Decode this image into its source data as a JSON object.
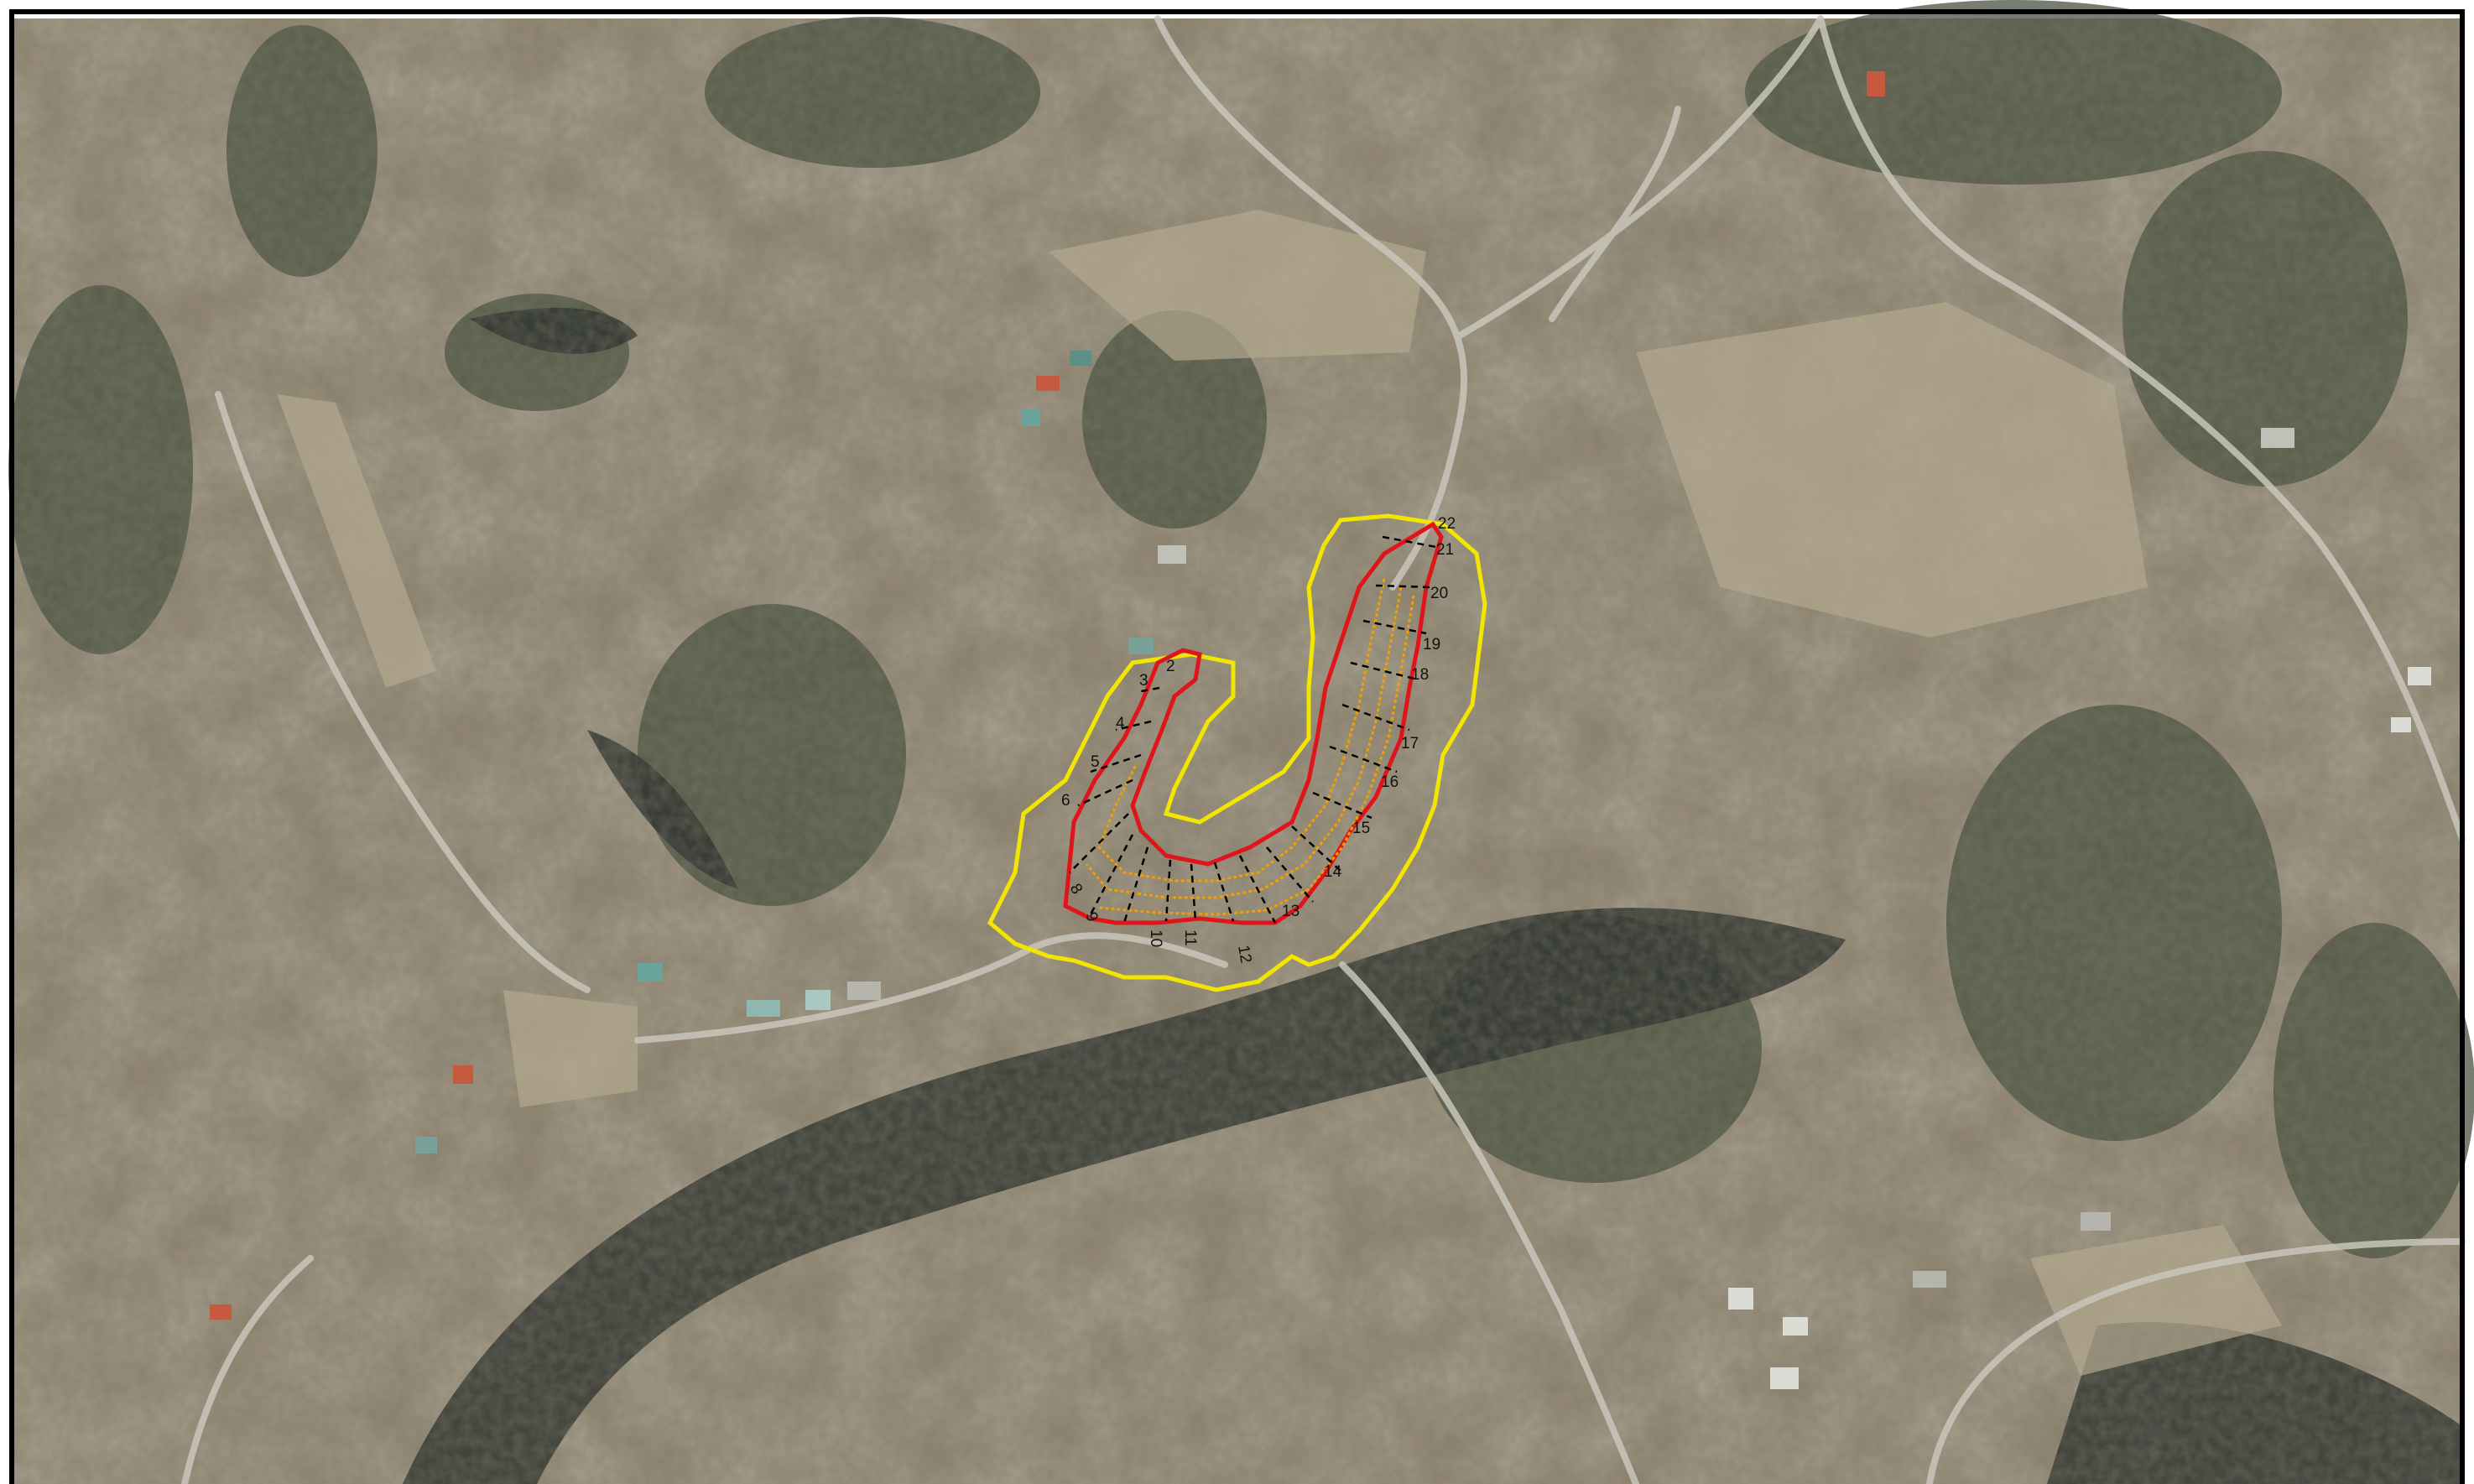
{
  "map": {
    "imagery": "aerial-photo",
    "colors": {
      "outer_boundary": "#f2e600",
      "inner_boundary": "#e0141b",
      "contour_lines": "#f0a000",
      "section_lines": "#000000",
      "frame": "#000000"
    },
    "legend": null,
    "sections": [
      {
        "label": "2"
      },
      {
        "label": "3"
      },
      {
        "label": "4"
      },
      {
        "label": "5"
      },
      {
        "label": "6"
      },
      {
        "label": "8"
      },
      {
        "label": "9"
      },
      {
        "label": "10"
      },
      {
        "label": "11"
      },
      {
        "label": "12"
      },
      {
        "label": "13"
      },
      {
        "label": "14"
      },
      {
        "label": "15"
      },
      {
        "label": "16"
      },
      {
        "label": "17"
      },
      {
        "label": "18"
      },
      {
        "label": "19"
      },
      {
        "label": "20"
      },
      {
        "label": "21"
      },
      {
        "label": "22"
      }
    ]
  }
}
